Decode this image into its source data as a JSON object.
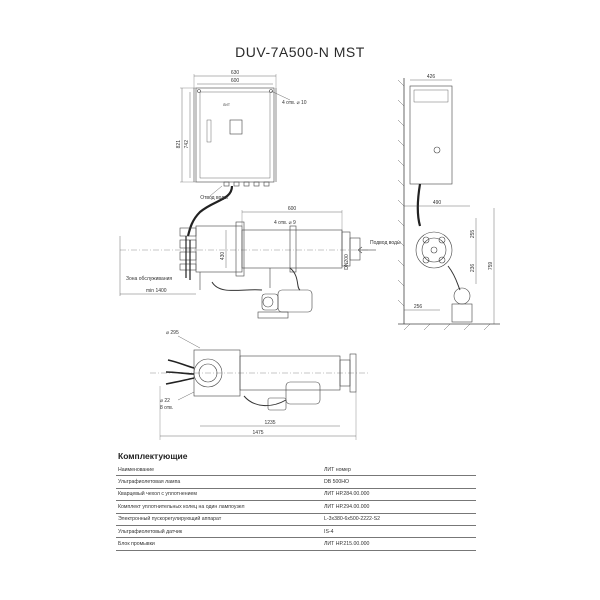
{
  "title": "DUV-7A500-N MST",
  "top_view": {
    "dim_width_outer": "630",
    "dim_width_inner": "600",
    "dim_height_outer": "821",
    "dim_height_inner": "742",
    "holes_note": "4 отв. ⌀ 10",
    "panel_label": "ЛИТ",
    "outlet_label": "Отвод воды"
  },
  "middle_view": {
    "dim_600": "600",
    "holes_note": "4 отв. ⌀ 9",
    "dim_430": "430",
    "dn_label": "DN200",
    "inlet_label": "Подвод воды",
    "service_zone_label": "Зона обслуживания",
    "service_min": "min 1400"
  },
  "side_view": {
    "dim_426": "426",
    "dim_490": "490",
    "dim_255": "255",
    "dim_236": "236",
    "dim_759": "759",
    "dim_256": "256"
  },
  "bottom_view": {
    "dia_295": "⌀ 295",
    "dia_22": "⌀ 22",
    "holes_8": "8 отв.",
    "dim_1235": "1235",
    "dim_1475": "1475"
  },
  "parts": {
    "heading": "Комплектующие",
    "rows": [
      [
        "Наименование",
        "ЛИТ номер"
      ],
      [
        "Ультрафиолетовая лампа",
        "DB 500HO"
      ],
      [
        "Кварцевый чехол с уплотнением",
        "ЛИТ НР.284.00.000"
      ],
      [
        "Комплект уплотнительных колец на один лампоузел",
        "ЛИТ НР.294.00.000"
      ],
      [
        "Электронный пускорегулирующий аппарат",
        "L-3x380-6x500-2222-S2"
      ],
      [
        "Ультрафиолетовый датчик",
        "IS-4"
      ],
      [
        "Блок промывки",
        "ЛИТ НР.215.00.000"
      ]
    ]
  }
}
